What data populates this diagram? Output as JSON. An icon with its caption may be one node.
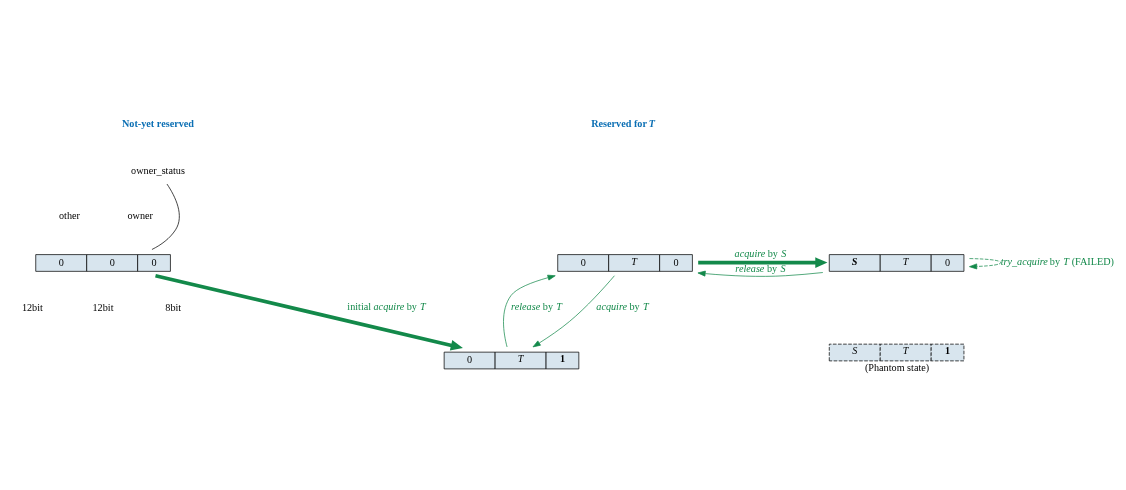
{
  "diagram": {
    "nodes": [
      {
        "text": [
          "0",
          "0",
          "0"
        ]
      },
      {
        "text": [
          "0",
          "T",
          "0"
        ]
      },
      {
        "text": [
          "0",
          "T",
          "1"
        ]
      },
      {
        "text": [
          "S",
          "T",
          "0"
        ]
      },
      {
        "text": [
          "S",
          "T",
          "1"
        ],
        "beside": [
          "(Phantom state)"
        ]
      },
      {
        "text": [
          "owner_status"
        ]
      }
    ],
    "edges": [
      {
        "from": 0,
        "to": 2,
        "arrow": "to",
        "label": "initial *acquire* by *T*",
        "style": "thick"
      },
      {
        "from": 1,
        "to": 2,
        "arrow": "to",
        "label": "*acquire* by *T*"
      },
      {
        "from": 2,
        "to": 1,
        "arrow": "to",
        "label": "*release* by *T*"
      },
      {
        "from": 1,
        "to": 3,
        "arrow": "to",
        "label": "*acquire* by *S*",
        "style": "thick"
      },
      {
        "from": 3,
        "to": 1,
        "arrow": "to",
        "label": "*release* by *S*"
      },
      {
        "from": 3,
        "to": 3,
        "arrow": "to",
        "label": "*try_acquire* by *T* (FAILED)",
        "style": "dashed"
      },
      {
        "from": 5,
        "to": 0,
        "arrow": "none",
        "color": "#000000"
      }
    ],
    "labels": [
      "Not-yet reserved",
      "Reserved for *T*",
      "other",
      "owner",
      "12bit",
      "12bit",
      "8bit"
    ]
  }
}
